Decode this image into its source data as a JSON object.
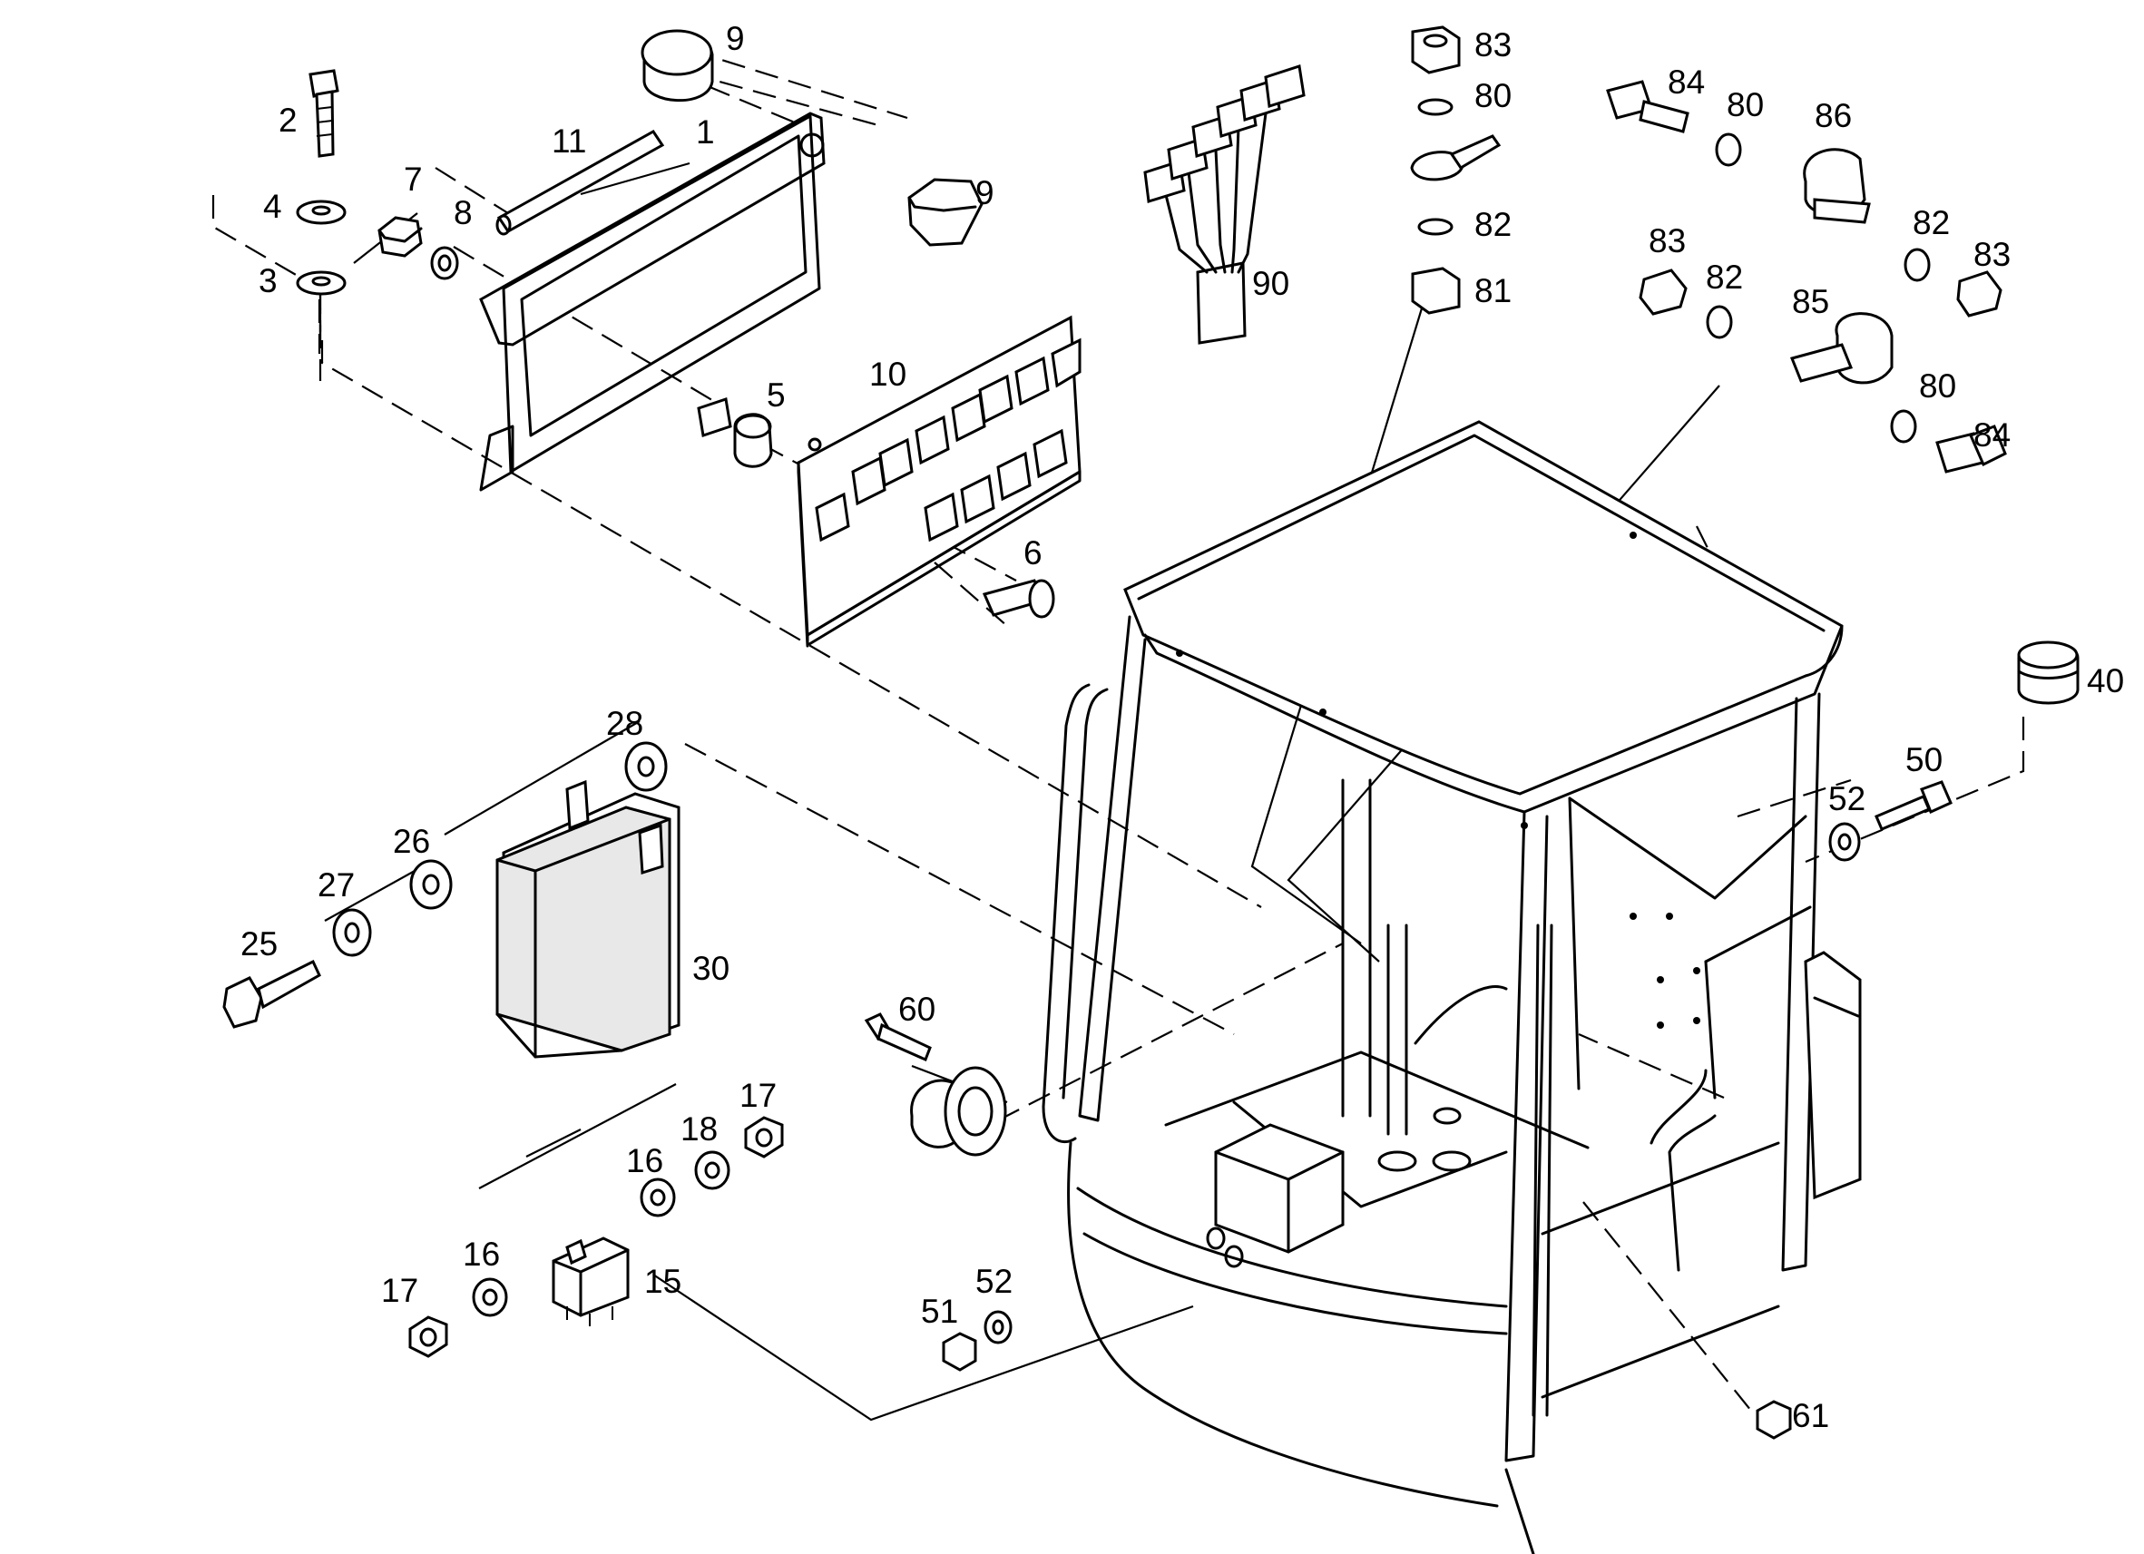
{
  "figure": {
    "type": "exploded-parts-diagram",
    "callouts": [
      {
        "key": "c1",
        "label": "1"
      },
      {
        "key": "c2",
        "label": "2"
      },
      {
        "key": "c3",
        "label": "3"
      },
      {
        "key": "c4",
        "label": "4"
      },
      {
        "key": "c5",
        "label": "5"
      },
      {
        "key": "c6",
        "label": "6"
      },
      {
        "key": "c7",
        "label": "7"
      },
      {
        "key": "c8",
        "label": "8"
      },
      {
        "key": "c9a",
        "label": "9"
      },
      {
        "key": "c9b",
        "label": "9"
      },
      {
        "key": "c10",
        "label": "10"
      },
      {
        "key": "c11",
        "label": "11"
      },
      {
        "key": "c15",
        "label": "15"
      },
      {
        "key": "c16a",
        "label": "16"
      },
      {
        "key": "c16b",
        "label": "16"
      },
      {
        "key": "c17a",
        "label": "17"
      },
      {
        "key": "c17b",
        "label": "17"
      },
      {
        "key": "c18",
        "label": "18"
      },
      {
        "key": "c25",
        "label": "25"
      },
      {
        "key": "c26",
        "label": "26"
      },
      {
        "key": "c27",
        "label": "27"
      },
      {
        "key": "c28",
        "label": "28"
      },
      {
        "key": "c30",
        "label": "30"
      },
      {
        "key": "c40",
        "label": "40"
      },
      {
        "key": "c50",
        "label": "50"
      },
      {
        "key": "c51",
        "label": "51"
      },
      {
        "key": "c52a",
        "label": "52"
      },
      {
        "key": "c52b",
        "label": "52"
      },
      {
        "key": "c60",
        "label": "60"
      },
      {
        "key": "c61",
        "label": "61"
      },
      {
        "key": "c80a",
        "label": "80"
      },
      {
        "key": "c80b",
        "label": "80"
      },
      {
        "key": "c80c",
        "label": "80"
      },
      {
        "key": "c81",
        "label": "81"
      },
      {
        "key": "c82a",
        "label": "82"
      },
      {
        "key": "c82b",
        "label": "82"
      },
      {
        "key": "c82c",
        "label": "82"
      },
      {
        "key": "c83a",
        "label": "83"
      },
      {
        "key": "c83b",
        "label": "83"
      },
      {
        "key": "c83c",
        "label": "83"
      },
      {
        "key": "c84a",
        "label": "84"
      },
      {
        "key": "c84b",
        "label": "84"
      },
      {
        "key": "c85",
        "label": "85"
      },
      {
        "key": "c86",
        "label": "86"
      },
      {
        "key": "c90",
        "label": "90"
      }
    ]
  }
}
